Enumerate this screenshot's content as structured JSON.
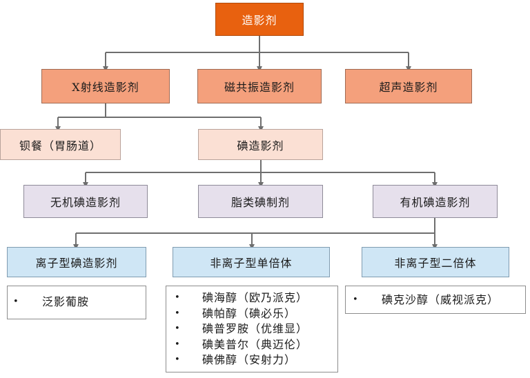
{
  "root": {
    "label": "造影剂"
  },
  "level1": [
    {
      "label": "X射线造影剂"
    },
    {
      "label": "磁共振造影剂"
    },
    {
      "label": "超声造影剂"
    }
  ],
  "level2": [
    {
      "label": "钡餐（胃肠道）"
    },
    {
      "label": "碘造影剂"
    }
  ],
  "level3": [
    {
      "label": "无机碘造影剂"
    },
    {
      "label": "脂类碘制剂"
    },
    {
      "label": "有机碘造影剂"
    }
  ],
  "level4": [
    {
      "label": "离子型碘造影剂"
    },
    {
      "label": "非离子型单倍体"
    },
    {
      "label": "非离子型二倍体"
    }
  ],
  "lists": {
    "ionic": {
      "bullet": "•",
      "items": [
        "泛影葡胺"
      ]
    },
    "monomer": {
      "bullet": "•",
      "items": [
        "碘海醇（欧乃派克）",
        "碘帕醇（碘必乐）",
        "碘普罗胺（优维显）",
        "碘美普尔（典迈伦）",
        "碘佛醇（安射力）"
      ]
    },
    "dimer": {
      "bullet": "•",
      "items": [
        "碘克沙醇（威视派克）"
      ]
    }
  }
}
